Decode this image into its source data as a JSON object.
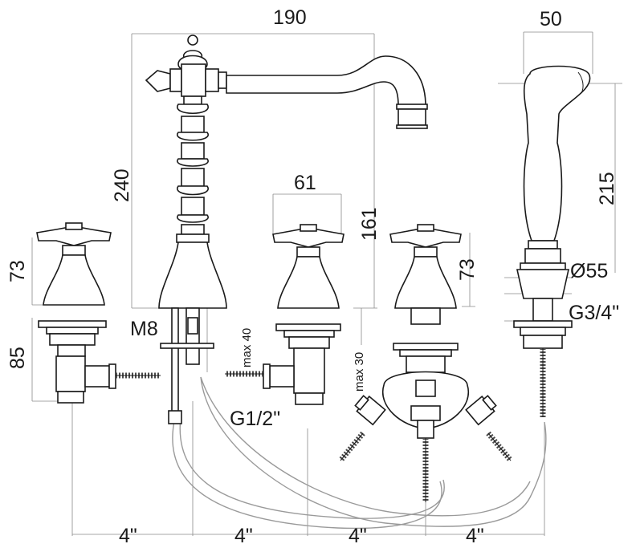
{
  "dimensions": {
    "spout_reach": "190",
    "spout_height": "240",
    "handle_width": "61",
    "spout_outlet_height": "161",
    "handle_height_left": "73",
    "handle_height_right": "73",
    "valve_body_height": "85",
    "hand_shower_width": "50",
    "hand_shower_length": "215",
    "hand_shower_holder_diameter": "Ø55",
    "hand_shower_thread": "G3/4\"",
    "spout_rod_thread": "M8",
    "valve_thread": "G1/2\"",
    "max_deck_thickness_spout": "max 40",
    "max_deck_thickness_diverter": "max 30",
    "spacing_1": "4\"",
    "spacing_2": "4\"",
    "spacing_3": "4\"",
    "spacing_4": "4\""
  }
}
